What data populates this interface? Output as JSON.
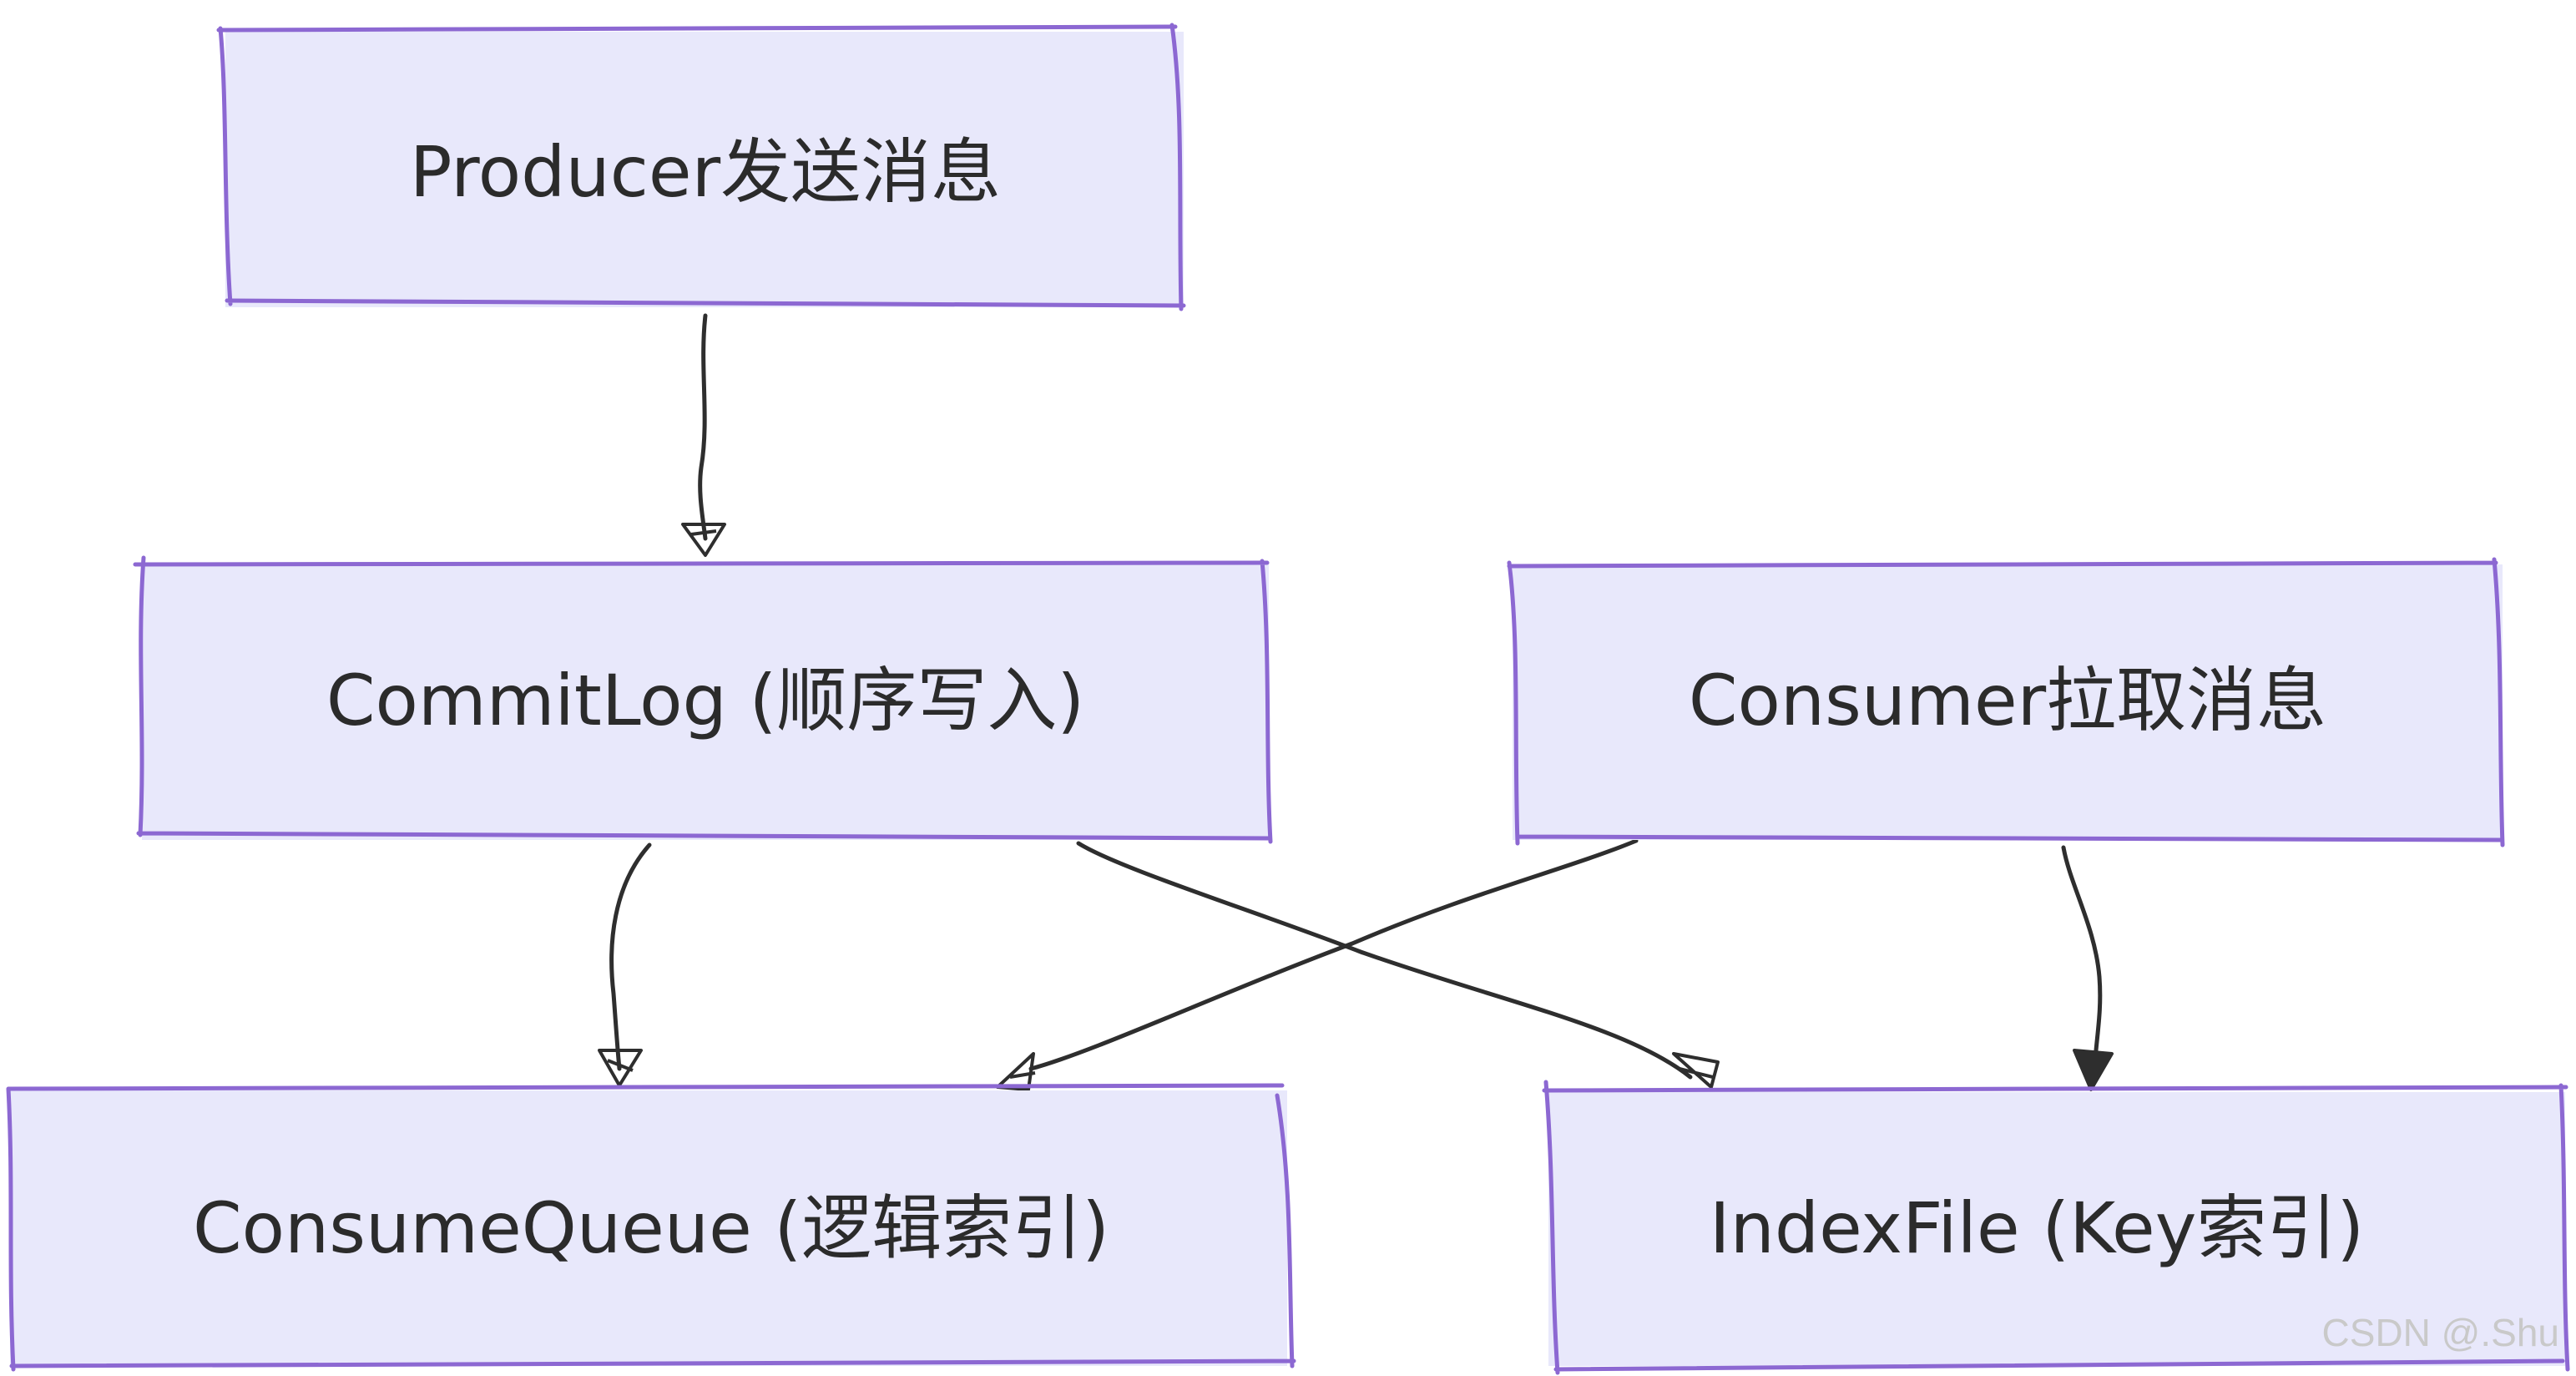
{
  "diagram": {
    "nodes": {
      "producer": {
        "label": "Producer发送消息"
      },
      "commitlog": {
        "label": "CommitLog (顺序写入)"
      },
      "consumer": {
        "label": "Consumer拉取消息"
      },
      "consumequeue": {
        "label": "ConsumeQueue (逻辑索引)"
      },
      "indexfile": {
        "label": "IndexFile (Key索引)"
      }
    },
    "edges": [
      {
        "from": "producer",
        "to": "commitlog"
      },
      {
        "from": "commitlog",
        "to": "consumequeue"
      },
      {
        "from": "commitlog",
        "to": "indexfile"
      },
      {
        "from": "consumer",
        "to": "consumequeue"
      },
      {
        "from": "consumer",
        "to": "indexfile"
      }
    ]
  },
  "watermark": "CSDN @.Shu",
  "colors": {
    "box_fill": "#e8e8fb",
    "box_hatch": "#c7c7ee",
    "box_border": "#8c68d2",
    "edge": "#2e2e2e",
    "text": "#2b2b2b"
  }
}
